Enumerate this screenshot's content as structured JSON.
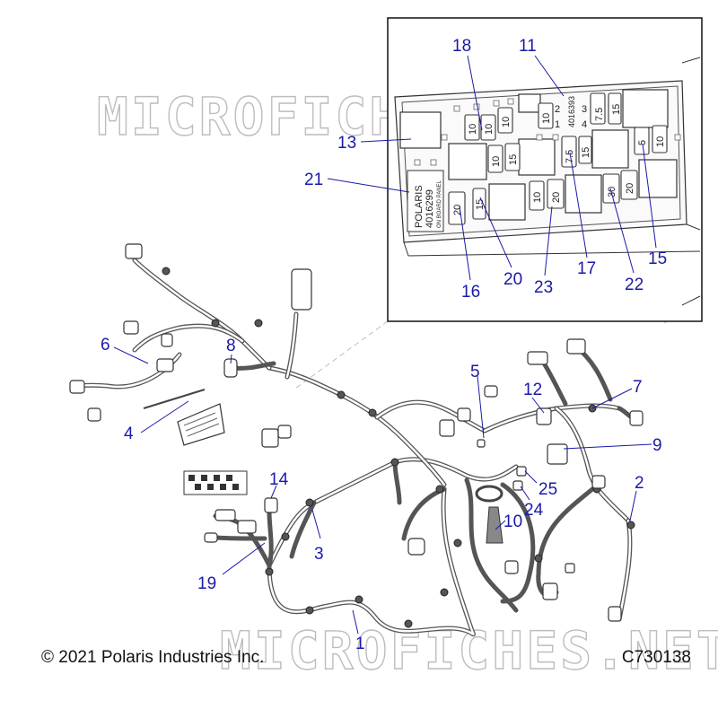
{
  "watermark": "MICROFICHES.NET",
  "copyright": "© 2021 Polaris Industries Inc.",
  "diagram_code": "C730138",
  "callouts": {
    "c1": "1",
    "c2": "2",
    "c3": "3",
    "c4": "4",
    "c5": "5",
    "c6": "6",
    "c7": "7",
    "c8": "8",
    "c9": "9",
    "c10": "10",
    "c11": "11",
    "c12": "12",
    "c13": "13",
    "c14": "14",
    "c15": "15",
    "c16": "16",
    "c17": "17",
    "c18": "18",
    "c19": "19",
    "c20": "20",
    "c21": "21",
    "c22": "22",
    "c23": "23",
    "c24": "24",
    "c25": "25"
  },
  "fuse_box": {
    "label_line1": "POLARIS",
    "label_line2": "4016299",
    "label_line3": "ON BOARD PANEL",
    "top_code": "4016393",
    "slot_nums": [
      "2",
      "1",
      "3",
      "4"
    ],
    "fuse_ratings": {
      "f1": "7.5",
      "f2": "15",
      "f3": "10",
      "f4": "10",
      "f5": "10",
      "f6": "10",
      "f7": "10",
      "f8": "15",
      "f9": "7.5",
      "f10": "15",
      "f11": "5",
      "f12": "10",
      "f13": "20",
      "f14": "15",
      "f15": "10",
      "f16": "20",
      "f17": "30",
      "f18": "20"
    }
  }
}
